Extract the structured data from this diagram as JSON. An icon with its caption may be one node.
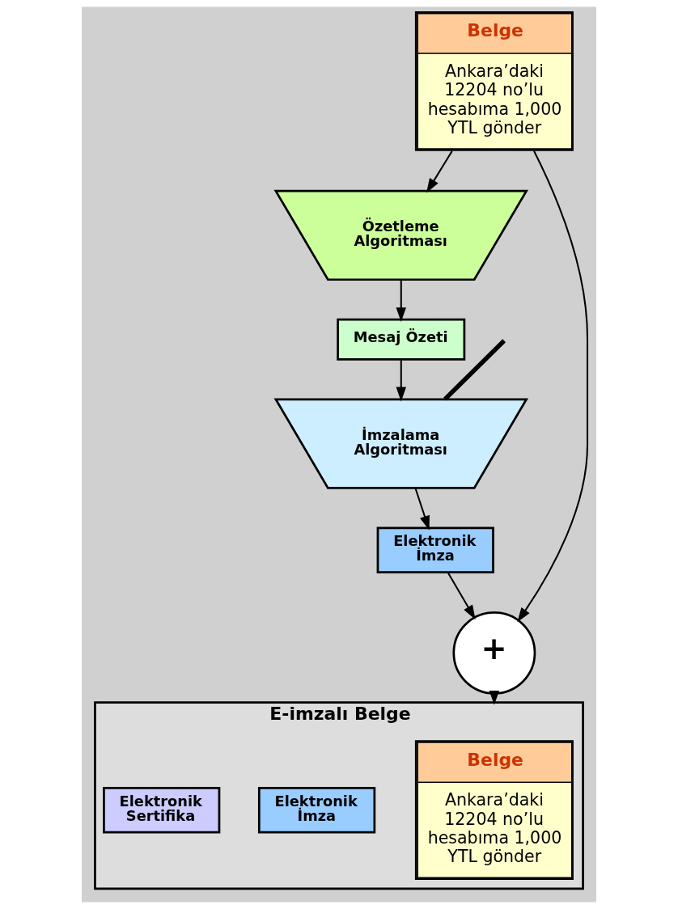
{
  "diagram": {
    "nodes": [
      {
        "text": [
          "Belge",
          "Ankara’daki 12204 no’lu hesabıma 1,000 YTL gönder"
        ]
      },
      {
        "text": [
          "Özetleme Algoritması"
        ]
      },
      {
        "text": [
          "Mesaj Özeti"
        ]
      },
      {
        "text": [
          "İmzalama Algoritması"
        ]
      },
      {
        "text": [
          "Elektronik İmza"
        ]
      },
      {
        "text": [
          "+"
        ]
      },
      {
        "text": [
          "E-imzalı Belge"
        ]
      },
      {
        "text": [
          "Belge",
          "Ankara’daki 12204 no’lu hesabıma 1,000 YTL gönder"
        ],
        "in": 6
      },
      {
        "text": [
          "Elektronik İmza"
        ],
        "in": 6
      },
      {
        "text": [
          "Elektronik Sertifika"
        ],
        "in": 6
      }
    ],
    "edges": [
      {
        "from": 0,
        "to": 1,
        "arrow": "to"
      },
      {
        "from": 1,
        "to": 2,
        "arrow": "to"
      },
      {
        "from": 2,
        "to": 3,
        "arrow": "to"
      },
      {
        "from": 3,
        "to": 4,
        "arrow": "to"
      },
      {
        "from": 0,
        "to": 5,
        "arrow": "to"
      },
      {
        "from": 4,
        "to": 5,
        "arrow": "to"
      },
      {
        "from": 5,
        "to": 6,
        "arrow": "to"
      },
      {
        "from": null,
        "to": 3,
        "arrow": "none",
        "style": "thick"
      }
    ]
  }
}
